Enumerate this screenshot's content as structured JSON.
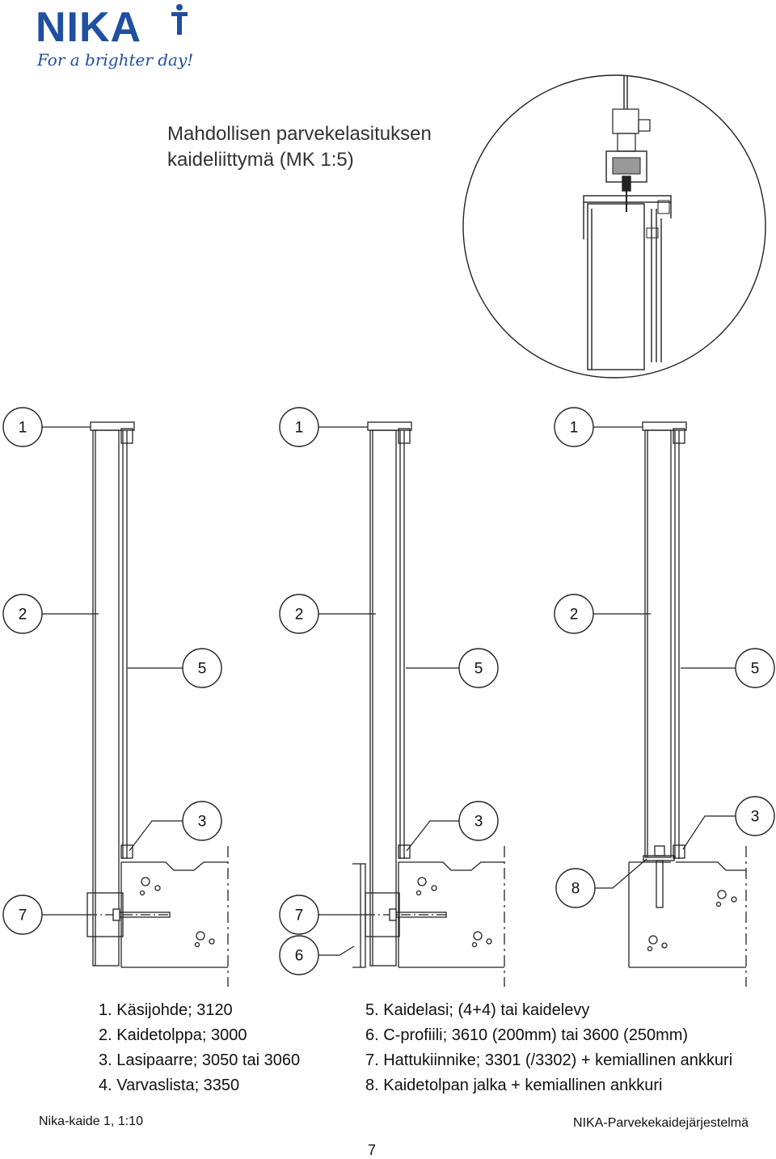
{
  "logo": {
    "wordmark": "NIKA",
    "tagline": "For a brighter day!"
  },
  "title": {
    "line1": "Mahdollisen parvekelasituksen",
    "line2": "kaideliittymä (MK 1:5)"
  },
  "callouts": {
    "c1": "1",
    "c2": "2",
    "c3": "3",
    "c5": "5",
    "c6": "6",
    "c7": "7",
    "c8": "8"
  },
  "legend": {
    "left": [
      "1. Käsijohde; 3120",
      "2. Kaidetolppa; 3000",
      "3. Lasipaarre; 3050 tai 3060",
      "4. Varvaslista; 3350"
    ],
    "right": [
      "5. Kaidelasi; (4+4) tai kaidelevy",
      "6. C-profiili; 3610 (200mm) tai 3600 (250mm)",
      "7. Hattukiinnike; 3301 (/3302) + kemiallinen ankkuri",
      "8. Kaidetolpan jalka + kemiallinen ankkuri"
    ]
  },
  "footer": {
    "left": "Nika-kaide 1, 1:10",
    "right": "NIKA-Parvekekaidejärjestelmä",
    "page": "7"
  },
  "colors": {
    "brand": "#1e4fa1",
    "line": "#222222"
  }
}
